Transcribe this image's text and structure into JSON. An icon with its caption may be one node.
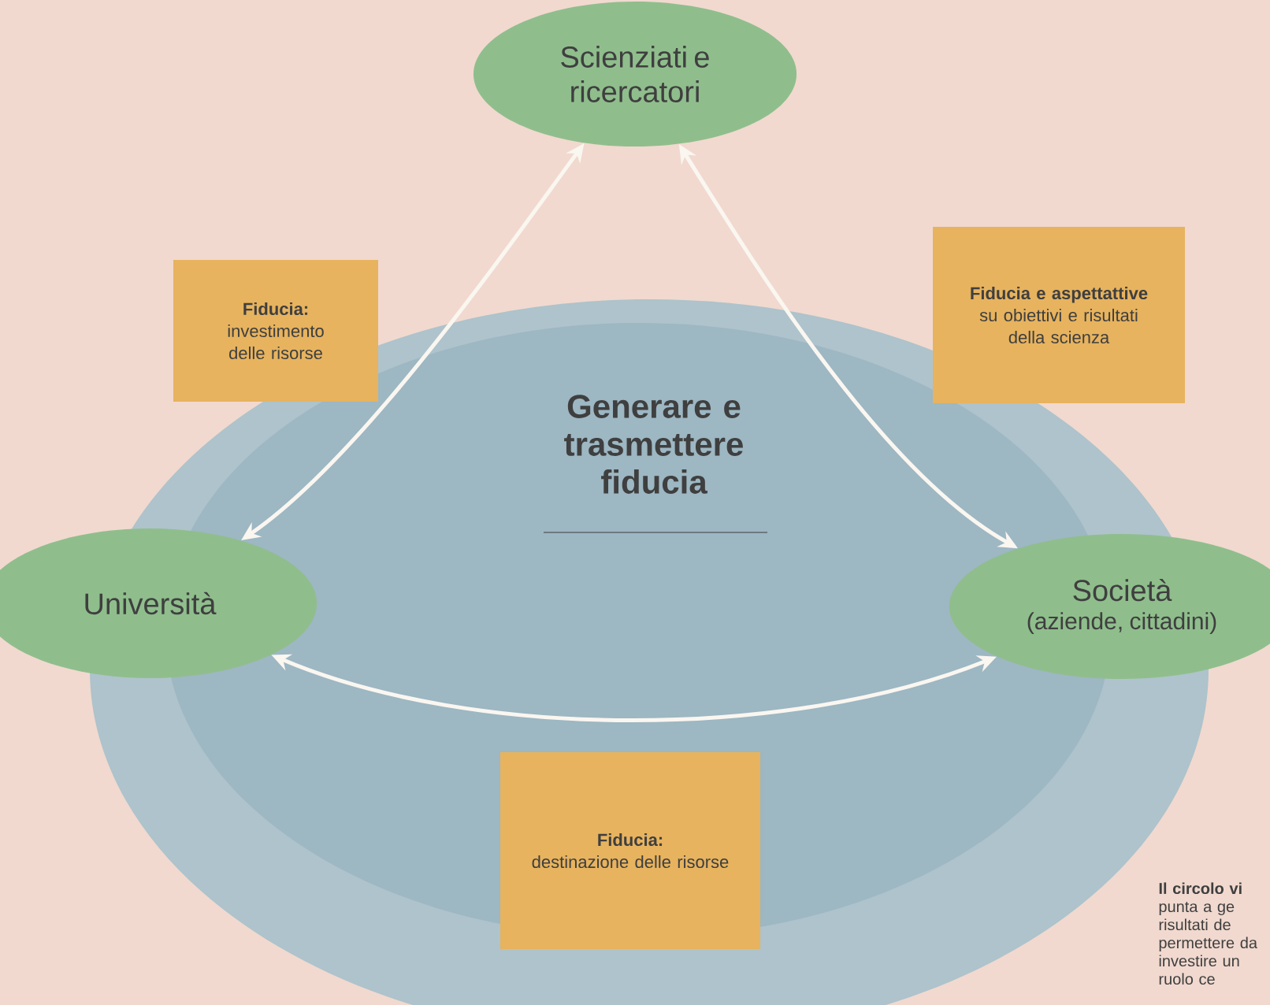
{
  "diagram": {
    "nodes": [
      {
        "text": [
          "Scienziati e ricercatori"
        ]
      },
      {
        "text": [
          "Università"
        ]
      },
      {
        "text": [
          "Società",
          "(aziende, cittadini)"
        ]
      },
      {
        "text": [
          "Fiducia:",
          "investimento delle risorse"
        ]
      },
      {
        "text": [
          "**Fiducia e aspettattive** su obiettivi e risultati della scienza"
        ]
      },
      {
        "text": [
          "Fiducia:",
          "destinazione delle risorse"
        ]
      }
    ],
    "edges": [
      {
        "from": 0,
        "to": 1,
        "arrow": "both"
      },
      {
        "from": 0,
        "to": 2,
        "arrow": "both"
      },
      {
        "from": 1,
        "to": 2,
        "arrow": "both"
      }
    ],
    "labels": [
      "Generare e trasmettere fiducia",
      "**Il circolo vi** punta a ge risultati de permettere da investire un ruolo ce"
    ]
  }
}
